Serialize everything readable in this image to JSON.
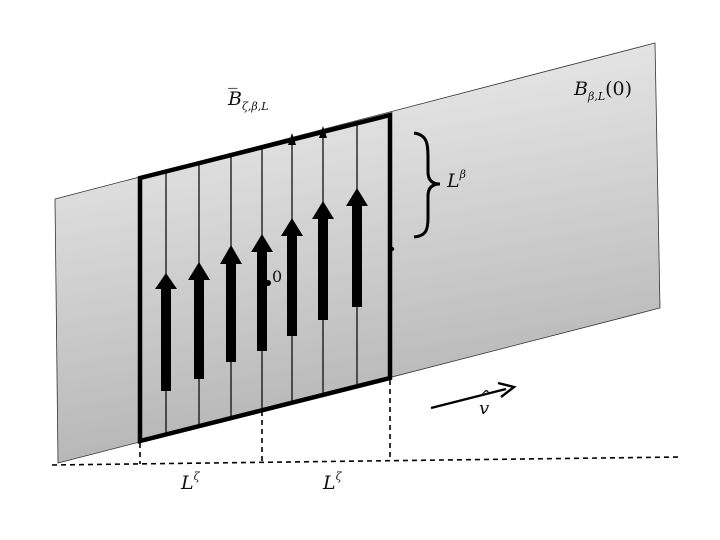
{
  "labels": {
    "region": {
      "base": "B",
      "sub": "ζ,β,L"
    },
    "plane": {
      "base": "B",
      "sub": "β,L",
      "arg": "(0)"
    },
    "height": {
      "base": "L",
      "sup": "β"
    },
    "origin": "0",
    "direction": "v",
    "width_1": {
      "base": "L",
      "sup": "ζ"
    },
    "width_2": {
      "base": "L",
      "sup": "ζ"
    }
  },
  "colors": {
    "plane_gradient_light": "#f0f0f0",
    "plane_gradient_dark": "#b6b6b6",
    "stroke": "#000000"
  }
}
